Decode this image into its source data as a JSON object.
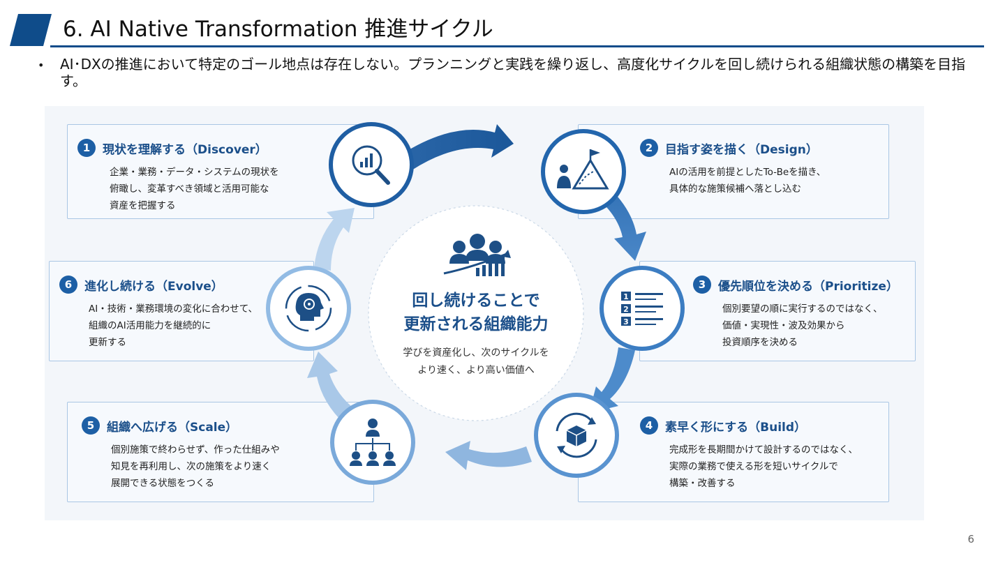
{
  "header": {
    "title": "6. AI Native Transformation 推進サイクル"
  },
  "intro": {
    "bullet": "•",
    "text": "AI･DXの推進において特定のゴール地点は存在しない。プランニングと実践を繰り返し、高度化サイクルを回し続けられる組織状態の構築を目指す。"
  },
  "center": {
    "title_lines": [
      "回し続けることで",
      "更新される組織能力"
    ],
    "sub_lines": [
      "学びを資産化し、次のサイクルを",
      "より速く、より高い価値へ"
    ],
    "icon": "team-growth-icon"
  },
  "steps": [
    {
      "num": "1",
      "title": "現状を理解する（Discover）",
      "icon": "magnifier-chart-icon",
      "desc": [
        "企業・業務・データ・システムの現状を",
        "俯瞰し、変革すべき領域と活用可能な",
        "資産を把握する"
      ]
    },
    {
      "num": "2",
      "title": "目指す姿を描く（Design）",
      "icon": "mountain-flag-icon",
      "desc": [
        "AIの活用を前提としたTo-Beを描き、",
        "具体的な施策候補へ落とし込む"
      ]
    },
    {
      "num": "3",
      "title": "優先順位を決める（Prioritize）",
      "icon": "ranked-list-icon",
      "icon_labels": [
        "1",
        "2",
        "3"
      ],
      "desc": [
        "個別要望の順に実行するのではなく、",
        "価値・実現性・波及効果から",
        "投資順序を決める"
      ]
    },
    {
      "num": "4",
      "title": "素早く形にする（Build）",
      "icon": "cube-cycle-icon",
      "desc": [
        "完成形を長期間かけて設計するのではなく、",
        "実際の業務で使える形を短いサイクルで",
        "構築・改善する"
      ]
    },
    {
      "num": "5",
      "title": "組織へ広げる（Scale）",
      "icon": "org-tree-icon",
      "desc": [
        "個別施策で終わらせず、作った仕組みや",
        "知見を再利用し、次の施策をより速く",
        "展開できる状態をつくる"
      ]
    },
    {
      "num": "6",
      "title": "進化し続ける（Evolve）",
      "icon": "ai-head-cycle-icon",
      "desc": [
        "AI・技術・業務環境の変化に合わせて、",
        "組織のAI活用能力を継続的に",
        "更新する"
      ]
    }
  ],
  "colors": {
    "brand": "#0f4c8a",
    "accent": "#1d5fa5",
    "card_border": "#a9c6e4",
    "arrow_light": "#bcd5ee"
  },
  "page": {
    "number": "6"
  }
}
